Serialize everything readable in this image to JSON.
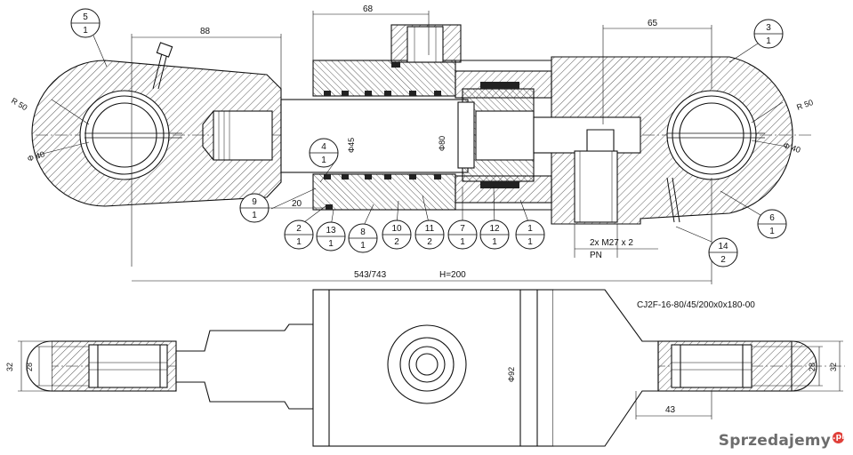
{
  "drawing": {
    "model_code": "CJ2F-16-80/45/200x0x180-00",
    "dimensions": {
      "d68": "68",
      "d88": "88",
      "d65": "65",
      "r50_left": "R 50",
      "r50_right": "R 50",
      "phi40_left": "Φ 40",
      "phi40_right": "Φ 40",
      "phi45": "Φ45",
      "phi80": "Φ80",
      "phi92": "Φ92",
      "d20": "20",
      "length": "543/743",
      "stroke": "H=200",
      "d32_left": "32",
      "d28_left": "28",
      "d32_right": "32",
      "d28_right": "28",
      "d43": "43",
      "port": "2x M27 x 2",
      "port_pn": "PN"
    },
    "callouts": [
      {
        "top": "5",
        "bottom": "1"
      },
      {
        "top": "3",
        "bottom": "1"
      },
      {
        "top": "4",
        "bottom": "1"
      },
      {
        "top": "9",
        "bottom": "1"
      },
      {
        "top": "2",
        "bottom": "1"
      },
      {
        "top": "13",
        "bottom": "1"
      },
      {
        "top": "8",
        "bottom": "1"
      },
      {
        "top": "10",
        "bottom": "2"
      },
      {
        "top": "11",
        "bottom": "2"
      },
      {
        "top": "7",
        "bottom": "1"
      },
      {
        "top": "12",
        "bottom": "1"
      },
      {
        "top": "1",
        "bottom": "1"
      },
      {
        "top": "6",
        "bottom": "1"
      },
      {
        "top": "14",
        "bottom": "2"
      }
    ]
  },
  "watermark": {
    "text": "Sprzedajemy",
    "suffix": ".pl"
  }
}
